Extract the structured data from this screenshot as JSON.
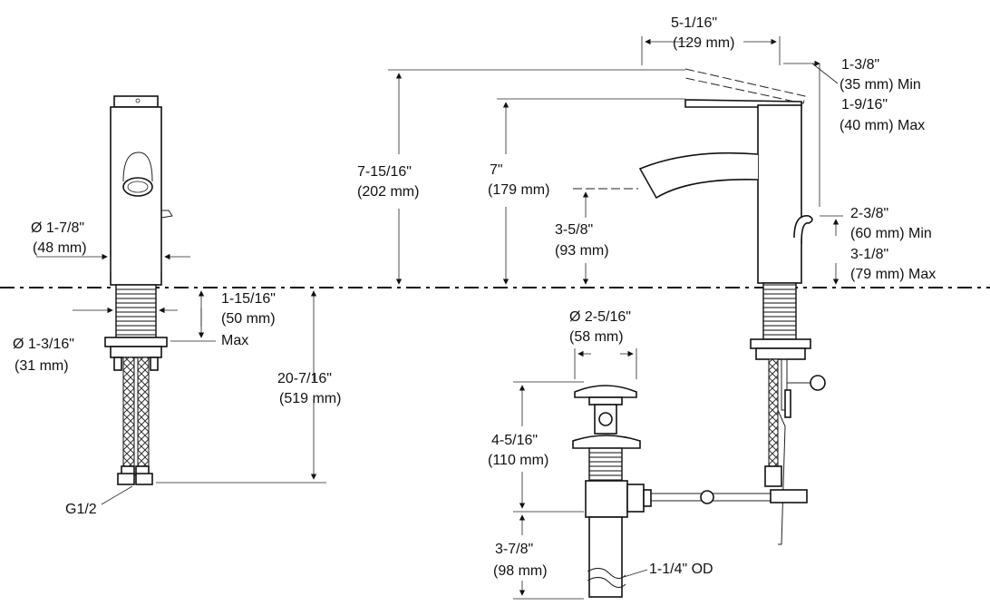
{
  "dimensions": {
    "spout_reach": {
      "imperial": "5-1/16\"",
      "metric": "(129 mm)"
    },
    "handle_travel_min": {
      "imperial": "1-3/8\"",
      "metric": "(35 mm) Min"
    },
    "handle_travel_max": {
      "imperial": "1-9/16\"",
      "metric": "(40 mm) Max"
    },
    "overall_height": {
      "imperial": "7-15/16\"",
      "metric": "(202 mm)"
    },
    "lever_height": {
      "imperial": "7\"",
      "metric": "(179 mm)"
    },
    "spout_height": {
      "imperial": "3-5/8\"",
      "metric": "(93 mm)"
    },
    "rod_height_min": {
      "imperial": "2-3/8\"",
      "metric": "(60 mm) Min"
    },
    "rod_height_max": {
      "imperial": "3-1/8\"",
      "metric": "(79 mm) Max"
    },
    "base_diameter": {
      "imperial": "Ø 1-7/8\"",
      "metric": "(48 mm)"
    },
    "shank_diameter": {
      "imperial": "Ø 1-3/16\"",
      "metric": "(31 mm)"
    },
    "deck_thickness": {
      "imperial": "1-15/16\"",
      "metric": "(50 mm)",
      "qualifier": "Max"
    },
    "supply_length": {
      "imperial": "20-7/16\"",
      "metric": "(519 mm)"
    },
    "connection": "G1/2",
    "drain_diameter": {
      "imperial": "Ø 2-5/16\"",
      "metric": "(58 mm)"
    },
    "drain_height": {
      "imperial": "4-5/16\"",
      "metric": "(110 mm)"
    },
    "tailpiece_length": {
      "imperial": "3-7/8\"",
      "metric": "(98 mm)"
    },
    "tailpiece_od": "1-1/4\" OD"
  }
}
